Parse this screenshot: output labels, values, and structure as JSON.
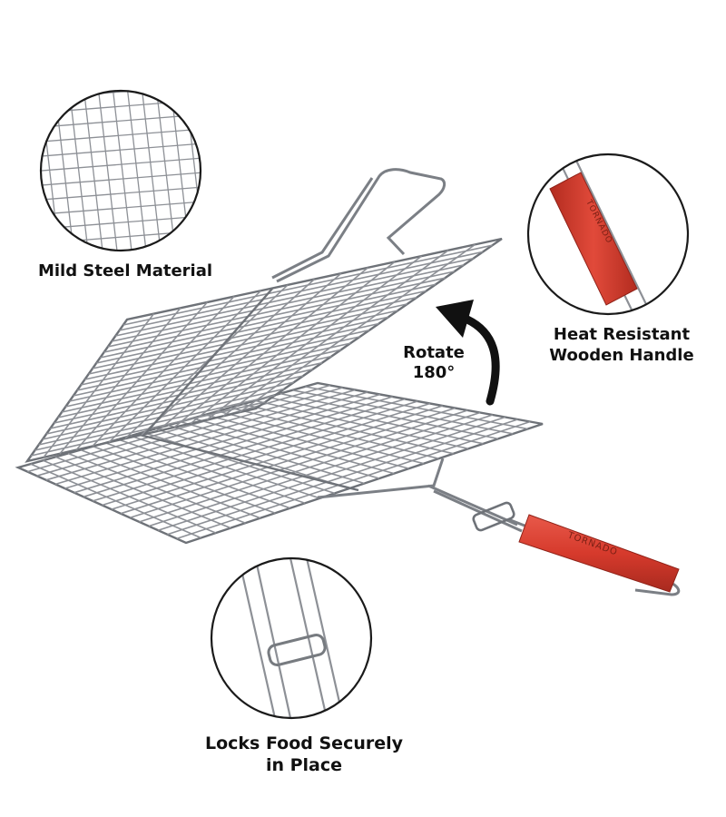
{
  "labels": {
    "mild_steel": "Mild Steel Material",
    "heat_line1": "Heat Resistant",
    "heat_line2": "Wooden Handle",
    "lock_line1": "Locks Food Securely",
    "lock_line2": "in Place",
    "rotate_line1": "Rotate",
    "rotate_line2": "180°"
  },
  "handle_brand": "TORNADO",
  "colors": {
    "background": "#ffffff",
    "steel": "#8d9096",
    "handle_wood": "#d63a2c",
    "text": "#111111",
    "circle_outline": "#1a1a1a"
  }
}
